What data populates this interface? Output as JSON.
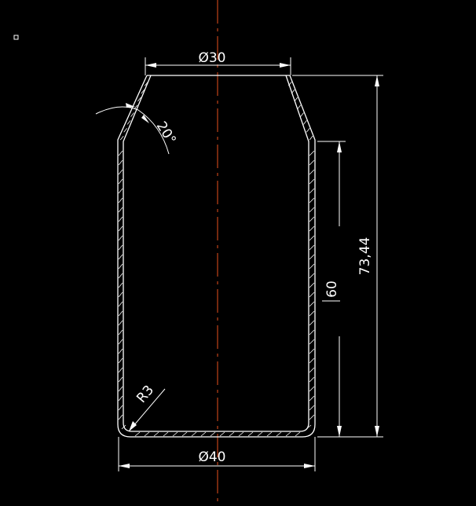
{
  "drawing": {
    "background_color": "#000000",
    "line_color": "#ffffff",
    "centerline_color": "#e8501e"
  },
  "dimensions": {
    "top_diameter": "Ø30",
    "bottom_diameter": "Ø40",
    "total_height": "73,44",
    "straight_height": "60",
    "taper_angle": "20°",
    "bottom_radius": "R3"
  }
}
